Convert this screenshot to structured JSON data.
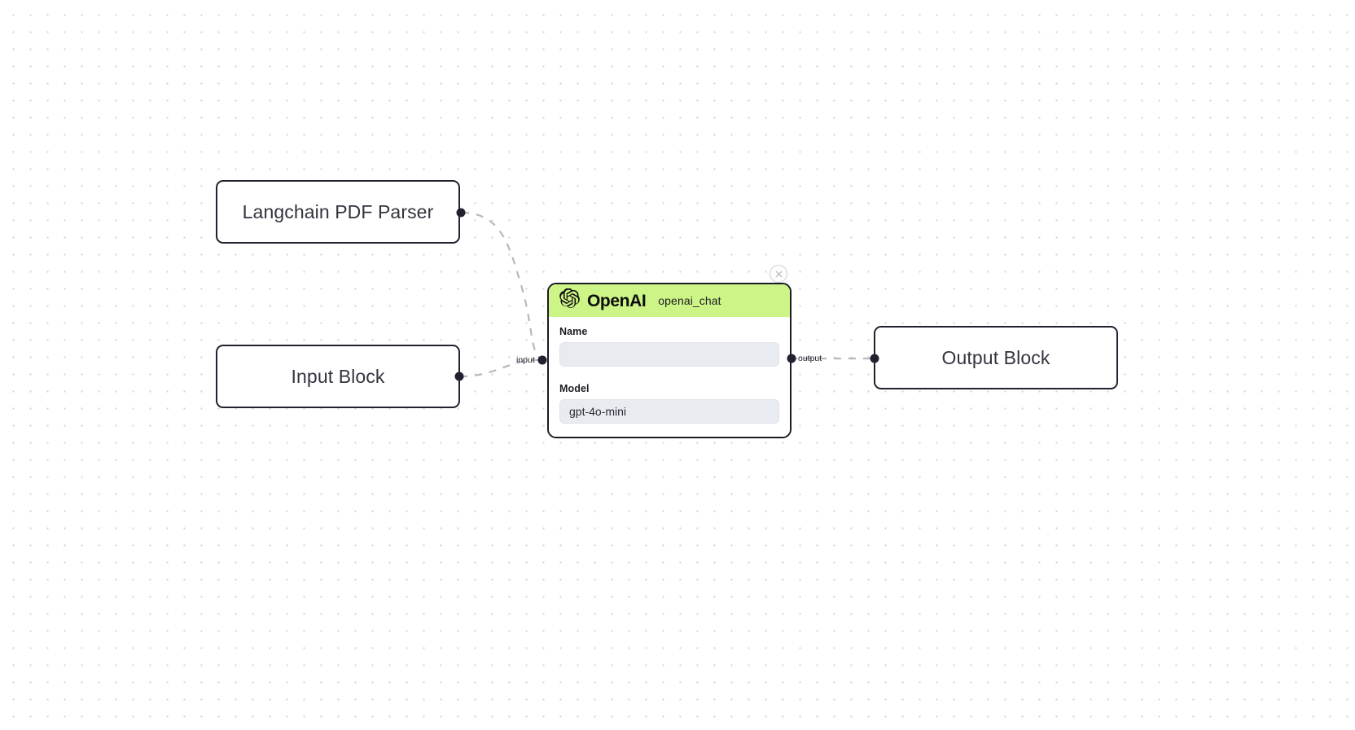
{
  "canvas": {
    "background": "#ffffff",
    "dot_color": "#d3d3d6"
  },
  "blocks": [
    {
      "id": "pdf",
      "label": "Langchain PDF Parser"
    },
    {
      "id": "input",
      "label": "Input Block"
    },
    {
      "id": "output",
      "label": "Output Block"
    }
  ],
  "node": {
    "brand": "OpenAI",
    "subtitle": "openai_chat",
    "header_color": "#cdf486",
    "close_icon": "close-icon",
    "logo_icon": "openai-logo-icon",
    "fields": [
      {
        "label": "Name",
        "value": "",
        "placeholder": ""
      },
      {
        "label": "Model",
        "value": "gpt-4o-mini",
        "placeholder": ""
      }
    ],
    "handles": {
      "input_label": "input",
      "output_label": "output"
    }
  },
  "edges": [
    {
      "from": "pdf",
      "to": "node-input"
    },
    {
      "from": "input",
      "to": "node-input"
    },
    {
      "from": "node-output",
      "to": "output"
    }
  ]
}
